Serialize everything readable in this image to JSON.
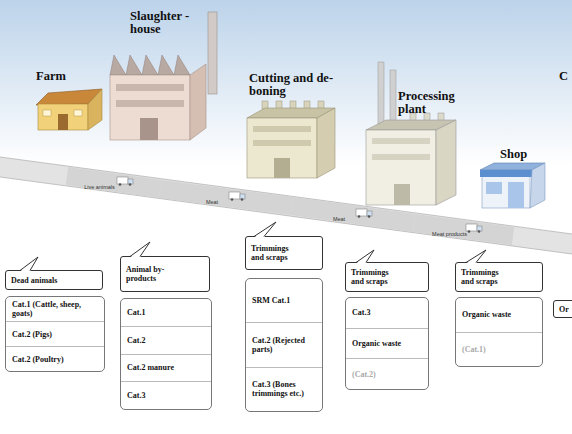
{
  "diagram": {
    "nodes": [
      {
        "text": [
          "Farm"
        ]
      },
      {
        "text": [
          "Slaughter -house"
        ]
      },
      {
        "text": [
          "Cutting and de-boning"
        ]
      },
      {
        "text": [
          "Processing plant"
        ]
      },
      {
        "text": [
          "Shop"
        ]
      },
      {
        "text": [
          "Dead animals"
        ]
      },
      {
        "text": [
          "Cat.1 (Cattle, sheep, goats)",
          "Cat.2 (Pigs)",
          "Cat.2 (Poultry)"
        ]
      },
      {
        "text": [
          "Animal by-products"
        ]
      },
      {
        "text": [
          "Cat.1",
          "Cat.2",
          "Cat.2 manure",
          "Cat.3"
        ]
      },
      {
        "text": [
          "Trimmings and scraps"
        ]
      },
      {
        "text": [
          "SRM Cat.1",
          "Cat.2 (Rejected parts)",
          "Cat.3 (Bones trimmings etc.)"
        ]
      },
      {
        "text": [
          "Trimmings and scraps"
        ]
      },
      {
        "text": [
          "Cat.3",
          "Organic waste",
          "(Cat.2)"
        ]
      },
      {
        "text": [
          "Trimmings and scraps"
        ]
      },
      {
        "text": [
          "Organic waste",
          "(Cat.1)"
        ]
      },
      {
        "text": [
          "Or"
        ]
      }
    ],
    "edges": [
      {
        "from": 0,
        "to": 1,
        "label": "Live animals",
        "arrow": "none"
      },
      {
        "from": 1,
        "to": 2,
        "label": "Meat",
        "arrow": "none"
      },
      {
        "from": 2,
        "to": 3,
        "label": "Meat",
        "arrow": "none"
      },
      {
        "from": 3,
        "to": 4,
        "label": "Meat products",
        "arrow": "none"
      }
    ],
    "labels": [
      "C"
    ]
  }
}
